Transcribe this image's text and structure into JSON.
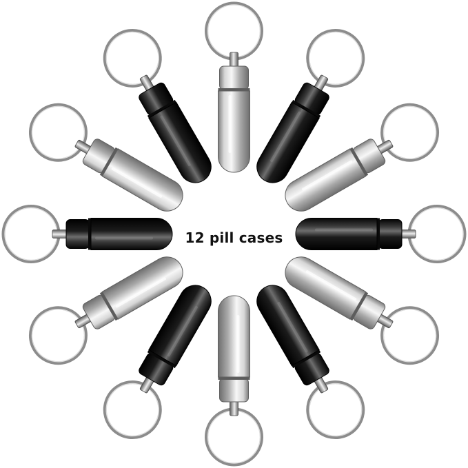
{
  "caption": "12 pill cases",
  "product": {
    "case_count": 12,
    "case_colors": [
      "silver",
      "black",
      "silver",
      "black",
      "silver",
      "black",
      "silver",
      "black",
      "silver",
      "black",
      "silver",
      "black"
    ],
    "palette": {
      "black_body": "#151515",
      "black_highlight": "#6a6a6a",
      "silver_body": "#b8b8b8",
      "silver_highlight": "#f4f4f4",
      "ring": "#8c8c8c",
      "background": "#ffffff"
    }
  }
}
